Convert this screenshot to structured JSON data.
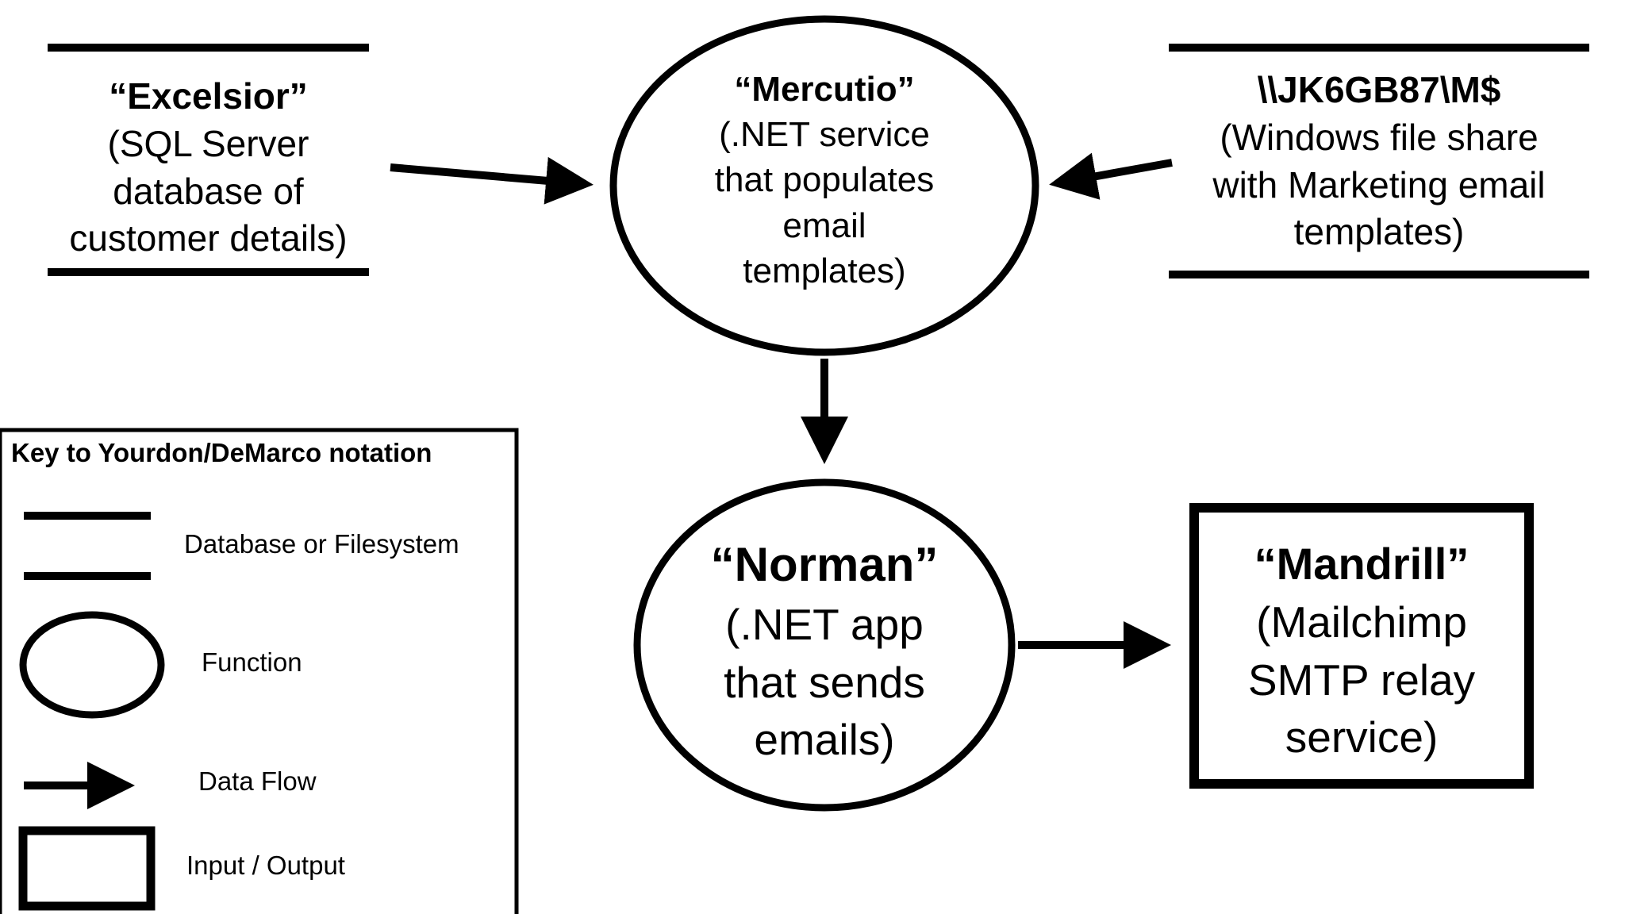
{
  "nodes": {
    "excelsior": {
      "title": "“Excelsior”",
      "lines": [
        "(SQL Server",
        "database of",
        "customer details)"
      ]
    },
    "mercutio": {
      "title": "“Mercutio”",
      "lines": [
        "(.NET service",
        "that populates",
        "email",
        "templates)"
      ]
    },
    "fileshare": {
      "title": "\\\\JK6GB87\\M$",
      "lines": [
        "(Windows file share",
        "with Marketing email",
        "templates)"
      ]
    },
    "norman": {
      "title": "“Norman”",
      "lines": [
        "(.NET app",
        "that sends",
        "emails)"
      ]
    },
    "mandrill": {
      "title": "“Mandrill”",
      "lines": [
        "(Mailchimp",
        "SMTP relay",
        "service)"
      ]
    }
  },
  "key": {
    "title": "Key to Yourdon/DeMarco notation",
    "database": "Database or Filesystem",
    "function": "Function",
    "data_flow": "Data Flow",
    "io": "Input / Output"
  }
}
